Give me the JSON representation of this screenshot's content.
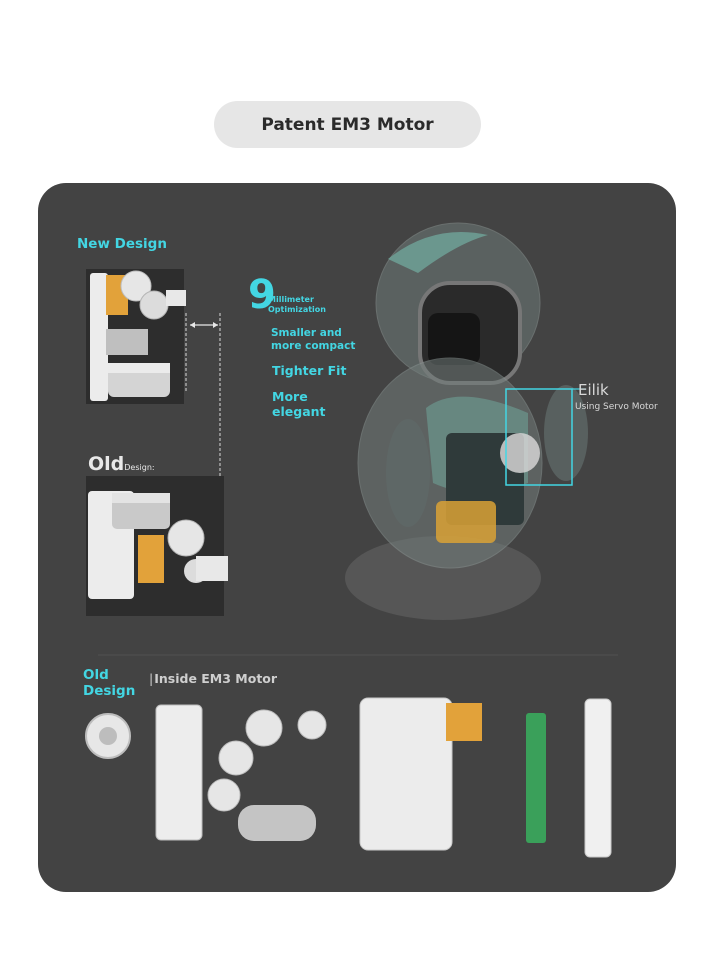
{
  "title": "Patent EM3 Motor",
  "labels": {
    "new_design": "New Design",
    "nine": "9",
    "millimeter": "Millimeter",
    "optimization": "Optimization",
    "smaller_1": "Smaller and",
    "smaller_2": "more compact",
    "tighter": "Tighter Fit",
    "more": "More",
    "elegant": "elegant",
    "old": "Old",
    "design_small": "Design:",
    "eilik": "Eilik",
    "servo": "Using Servo Motor",
    "old2_a": "Old",
    "old2_b": "Design",
    "inside": "Inside EM3 Motor"
  },
  "colors": {
    "accent": "#43d6e3",
    "panel": "#434343",
    "pill": "#e6e6e6"
  }
}
